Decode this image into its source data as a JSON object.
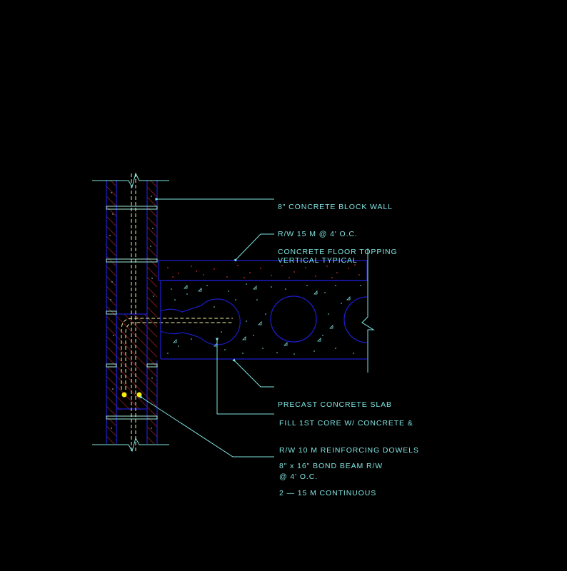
{
  "drawing": {
    "background": "#000000",
    "colors": {
      "annotation": "#7fe3e0",
      "outline": "#1c1cc8",
      "rebar": "#f2f2a0",
      "rebar_dot": "#f5f000",
      "hatch": "#8b1a1a",
      "topping_speckle": "#a02020",
      "slab_speckle": "#7fe3e0"
    },
    "callouts": [
      {
        "id": "block-wall",
        "lines": [
          "8\" CONCRETE BLOCK WALL",
          "R/W 15 M @ 4' O.C.",
          "VERTICAL TYPICAL"
        ]
      },
      {
        "id": "floor-topping",
        "lines": [
          "CONCRETE FLOOR TOPPING"
        ]
      },
      {
        "id": "precast-slab",
        "lines": [
          "PRECAST CONCRETE SLAB"
        ]
      },
      {
        "id": "fill-core",
        "lines": [
          "FILL 1ST CORE W/ CONCRETE &",
          "R/W 10 M REINFORCING DOWELS",
          "@ 4' O.C."
        ]
      },
      {
        "id": "bond-beam",
        "lines": [
          "8\" x 16\" BOND BEAM R/W",
          "2 — 15 M CONTINUOUS"
        ]
      }
    ]
  }
}
